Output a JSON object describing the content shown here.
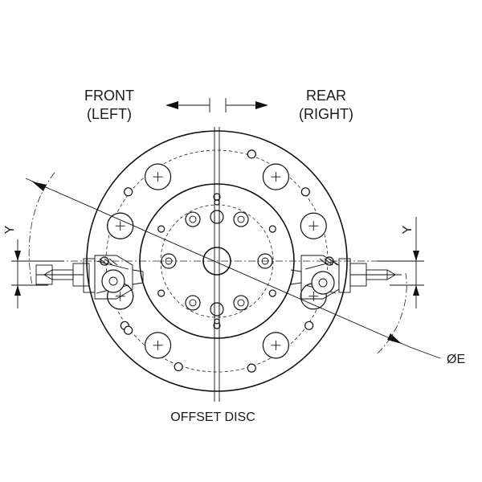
{
  "labels": {
    "front_line1": "FRONT",
    "front_line2": "(LEFT)",
    "rear_line1": "REAR",
    "rear_line2": "(RIGHT)",
    "y_left": "Y",
    "y_right": "Y",
    "diameter": "ØE",
    "caption": "OFFSET DISC"
  }
}
